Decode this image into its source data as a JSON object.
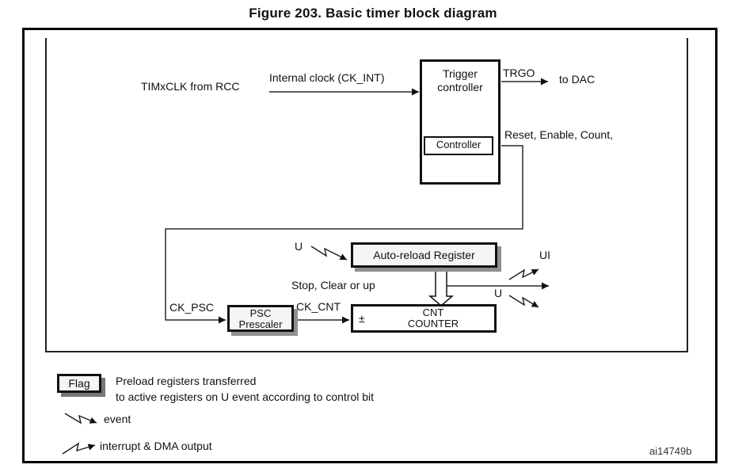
{
  "title": "Figure 203. Basic timer block diagram",
  "diagram": {
    "timxclk_label": "TIMxCLK from RCC",
    "internal_clock_label": "Internal clock (CK_INT)",
    "trigger_controller_label": "Trigger controller",
    "controller_label": "Controller",
    "trgo_label": "TRGO",
    "to_dac_label": "to DAC",
    "reset_enable_label": "Reset, Enable, Count,",
    "u_autoreload_label": "U",
    "autoreload_label": "Auto-reload Register",
    "stop_clear_label": "Stop, Clear or up",
    "ui_label": "UI",
    "u_counter_label": "U",
    "ck_psc_label": "CK_PSC",
    "ck_cnt_label": "CK_CNT",
    "psc_line1": "PSC",
    "psc_line2": "Prescaler",
    "cnt_sign": "±",
    "cnt_line1": "CNT",
    "cnt_line2": "COUNTER"
  },
  "legend": {
    "flag_label": "Flag",
    "flag_desc_line1": "Preload registers transferred",
    "flag_desc_line2": "to active registers on U event according to control bit",
    "event_label": "event",
    "interrupt_label": "interrupt & DMA output"
  },
  "footer_id": "ai14749b",
  "colors": {
    "ink": "#111111",
    "line": "#2a2a2a",
    "box_fill": "#f5f5f5",
    "shadow": "#909090",
    "background": "#ffffff"
  }
}
